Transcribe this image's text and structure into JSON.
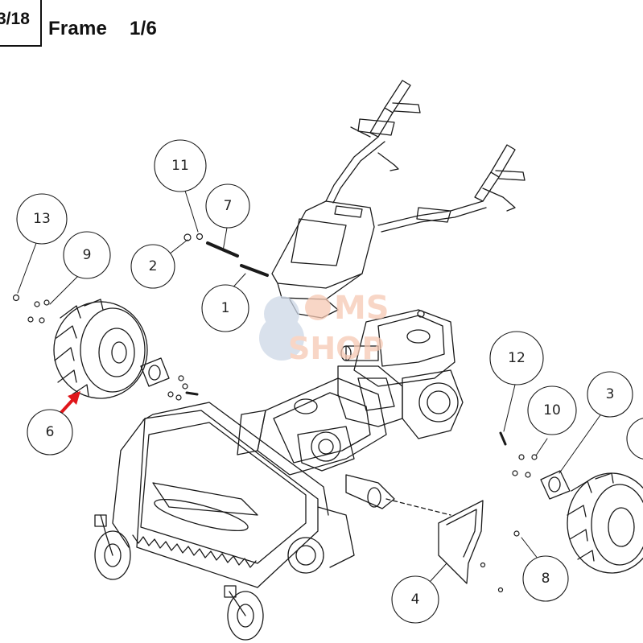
{
  "header": {
    "page_code": "3/18",
    "title": "Frame",
    "sheet": "1/6"
  },
  "watermark": {
    "line1": "MS",
    "line2": "SHOP",
    "color": "#f4b7a0"
  },
  "colors": {
    "line": "#1a1a1a",
    "arrow": "#e0161b"
  },
  "callouts": [
    {
      "id": "c13",
      "label": "13"
    },
    {
      "id": "c9",
      "label": "9"
    },
    {
      "id": "c11",
      "label": "11"
    },
    {
      "id": "c7",
      "label": "7"
    },
    {
      "id": "c2",
      "label": "2"
    },
    {
      "id": "c1",
      "label": "1"
    },
    {
      "id": "c6",
      "label": "6"
    },
    {
      "id": "c12",
      "label": "12"
    },
    {
      "id": "c10",
      "label": "10"
    },
    {
      "id": "c3",
      "label": "3"
    },
    {
      "id": "c4",
      "label": "4"
    },
    {
      "id": "c8",
      "label": "8"
    }
  ]
}
